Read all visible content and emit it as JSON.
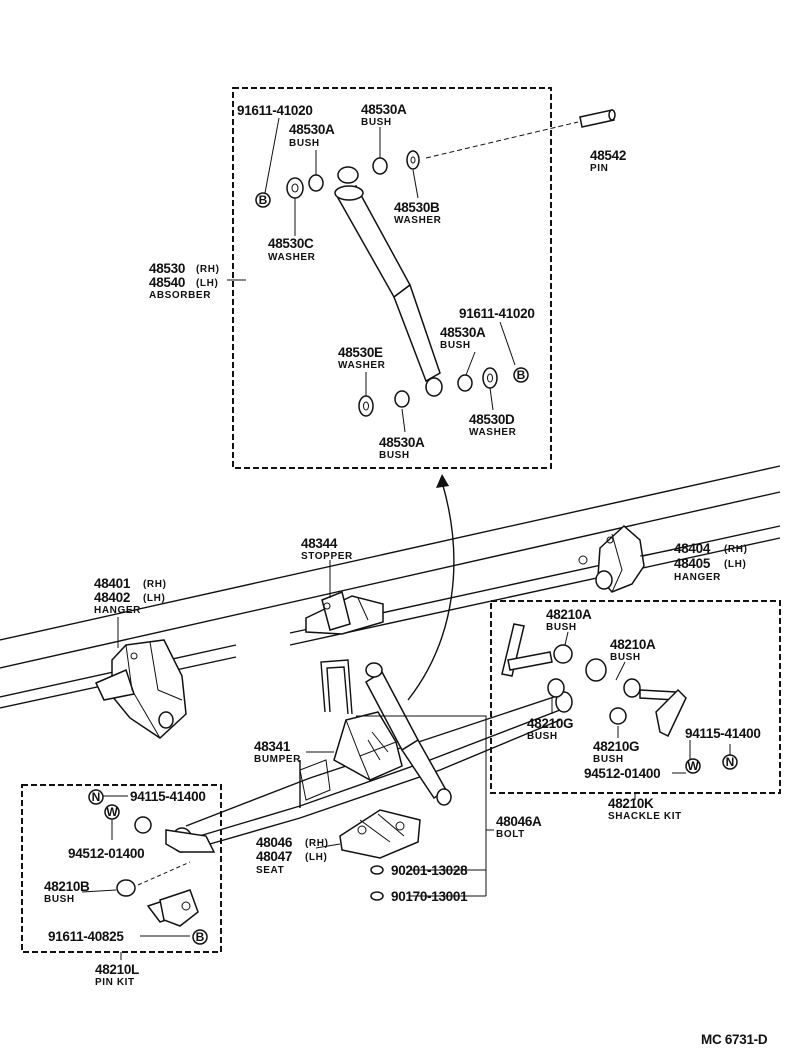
{
  "labels": {
    "a_91611_41020": "91611-41020",
    "a_48530a_top": "48530A",
    "a_bush_top": "BUSH",
    "a_48530a_2": "48530A",
    "a_bush_2": "BUSH",
    "a_48530b": "48530B",
    "a_washer_b": "WASHER",
    "a_48530c": "48530C",
    "a_washer_c": "WASHER",
    "a_48530": "48530",
    "a_48540": "48540",
    "a_rh": "(RH)",
    "a_lh": "(LH)",
    "a_absorber": "ABSORBER",
    "a_91611_41020_b": "91611-41020",
    "a_48530a_3": "48530A",
    "a_bush_3": "BUSH",
    "a_48530e": "48530E",
    "a_washer_e": "WASHER",
    "a_48530d": "48530D",
    "a_washer_d": "WASHER",
    "a_48530a_4": "48530A",
    "a_bush_4": "BUSH",
    "a_48542": "48542",
    "a_pin": "PIN",
    "f_48344": "48344",
    "f_stopper": "STOPPER",
    "f_48401": "48401",
    "f_48402": "48402",
    "f_rh1": "(RH)",
    "f_lh1": "(LH)",
    "f_hanger1": "HANGER",
    "f_48404": "48404",
    "f_48405": "48405",
    "f_rh2": "(RH)",
    "f_lh2": "(LH)",
    "f_hanger2": "HANGER",
    "s_48210a_1": "48210A",
    "s_bush_1": "BUSH",
    "s_48210a_2": "48210A",
    "s_bush_2": "BUSH",
    "s_48210g_1": "48210G",
    "s_bush_3": "BUSH",
    "s_48210g_2": "48210G",
    "s_bush_4": "BUSH",
    "s_94115": "94115-41400",
    "s_94512": "94512-01400",
    "s_48210k": "48210K",
    "s_shackle": "SHACKLE KIT",
    "m_48341": "48341",
    "m_bumper": "BUMPER",
    "m_48046": "48046",
    "m_48047": "48047",
    "m_rh": "(RH)",
    "m_lh": "(LH)",
    "m_seat": "SEAT",
    "m_90201": "90201-13028",
    "m_90170": "90170-13001",
    "m_48046a": "48046A",
    "m_bolt": "BOLT",
    "p_94115": "94115-41400",
    "p_94512": "94512-01400",
    "p_48210b": "48210B",
    "p_bush": "BUSH",
    "p_91611": "91611-40825",
    "p_48210l": "48210L",
    "p_pinkit": "PIN KIT",
    "ref_b1": "B",
    "ref_b2": "B",
    "ref_b3": "B",
    "ref_n1": "N",
    "ref_n2": "N",
    "ref_w1": "W",
    "ref_w2": "W",
    "code": "MC  6731-D"
  }
}
